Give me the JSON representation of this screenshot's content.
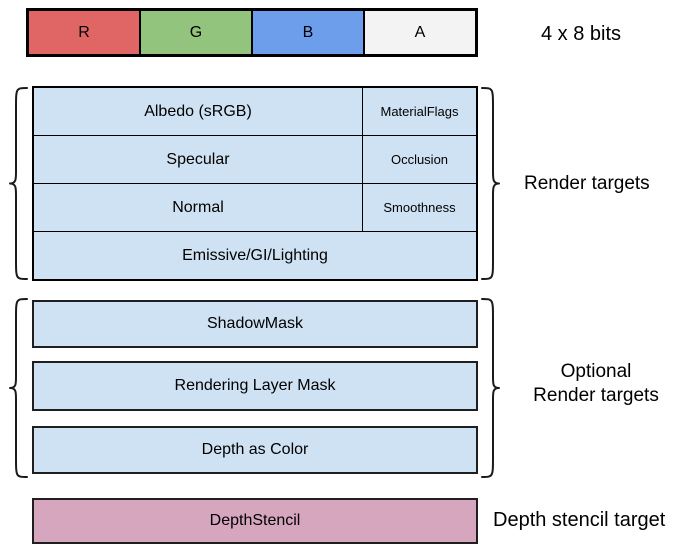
{
  "pixel_bar": {
    "cells": [
      {
        "label": "R",
        "color": "#e06666"
      },
      {
        "label": "G",
        "color": "#93c47d"
      },
      {
        "label": "B",
        "color": "#6d9eeb"
      },
      {
        "label": "A",
        "color": "#f3f3f3"
      }
    ],
    "caption": "4 x 8 bits"
  },
  "render_targets": {
    "label": "Render targets",
    "rows": [
      {
        "main": "Albedo (sRGB)",
        "alpha": "MaterialFlags"
      },
      {
        "main": "Specular",
        "alpha": "Occlusion"
      },
      {
        "main": "Normal",
        "alpha": "Smoothness"
      },
      {
        "main": "Emissive/GI/Lighting"
      }
    ]
  },
  "optional_targets": {
    "label_line1": "Optional",
    "label_line2": "Render targets",
    "boxes": [
      "ShadowMask",
      "Rendering Layer Mask",
      "Depth as Color"
    ]
  },
  "depth_stencil": {
    "box_label": "DepthStencil",
    "side_label": "Depth stencil target"
  },
  "colors": {
    "red_channel": "#e06666",
    "green_channel": "#93c47d",
    "blue_channel": "#6d9eeb",
    "alpha_channel": "#f3f3f3",
    "target_fill": "#cfe2f3",
    "depth_stencil_fill": "#d5a6bd",
    "border": "#000000"
  }
}
